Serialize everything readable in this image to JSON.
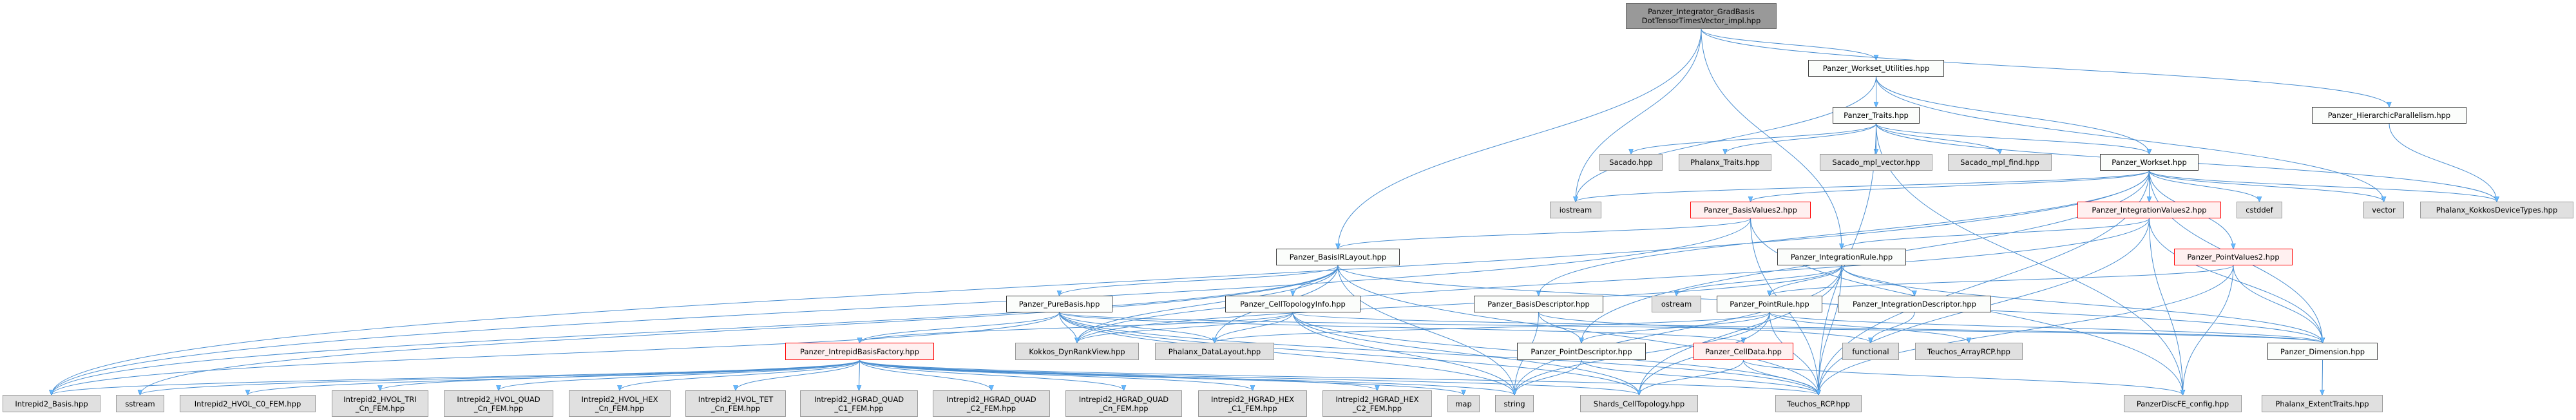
{
  "graph": {
    "colors": {
      "edge": "#4a8ed0",
      "arrow": "#63b8ff",
      "red_border": "#ff0000",
      "root_fill": "#999999",
      "external_fill": "#e0e0e0"
    },
    "nodes": {
      "root": {
        "label": "Panzer_Integrator_GradBasis\nDotTensorTimesVector_impl.hpp",
        "kind": "root"
      },
      "workset_utilities": {
        "label": "Panzer_Workset_Utilities.hpp",
        "kind": "local"
      },
      "traits": {
        "label": "Panzer_Traits.hpp",
        "kind": "local"
      },
      "hierarchic": {
        "label": "Panzer_HierarchicParallelism.hpp",
        "kind": "local"
      },
      "sacado": {
        "label": "Sacado.hpp",
        "kind": "external"
      },
      "phalanx_traits": {
        "label": "Phalanx_Traits.hpp",
        "kind": "external"
      },
      "sacado_mpl_vector": {
        "label": "Sacado_mpl_vector.hpp",
        "kind": "external"
      },
      "sacado_mpl_find": {
        "label": "Sacado_mpl_find.hpp",
        "kind": "external"
      },
      "workset": {
        "label": "Panzer_Workset.hpp",
        "kind": "local"
      },
      "iostream": {
        "label": "iostream",
        "kind": "external"
      },
      "basis_values2": {
        "label": "Panzer_BasisValues2.hpp",
        "kind": "red"
      },
      "integration_values2": {
        "label": "Panzer_IntegrationValues2.hpp",
        "kind": "red"
      },
      "cstddef": {
        "label": "cstddef",
        "kind": "external"
      },
      "vector": {
        "label": "vector",
        "kind": "external"
      },
      "kokkos_device_types": {
        "label": "Phalanx_KokkosDeviceTypes.hpp",
        "kind": "external"
      },
      "basis_ir_layout": {
        "label": "Panzer_BasisIRLayout.hpp",
        "kind": "local"
      },
      "integration_rule": {
        "label": "Panzer_IntegrationRule.hpp",
        "kind": "local"
      },
      "point_values2": {
        "label": "Panzer_PointValues2.hpp",
        "kind": "red"
      },
      "pure_basis": {
        "label": "Panzer_PureBasis.hpp",
        "kind": "local"
      },
      "cell_topology_info": {
        "label": "Panzer_CellTopologyInfo.hpp",
        "kind": "local"
      },
      "basis_descriptor": {
        "label": "Panzer_BasisDescriptor.hpp",
        "kind": "local"
      },
      "ostream": {
        "label": "ostream",
        "kind": "external"
      },
      "point_rule": {
        "label": "Panzer_PointRule.hpp",
        "kind": "local"
      },
      "integration_descriptor": {
        "label": "Panzer_IntegrationDescriptor.hpp",
        "kind": "local"
      },
      "intrepid_basis_factory": {
        "label": "Panzer_IntrepidBasisFactory.hpp",
        "kind": "red"
      },
      "kokkos_dynrankview": {
        "label": "Kokkos_DynRankView.hpp",
        "kind": "external"
      },
      "phalanx_datalayout": {
        "label": "Phalanx_DataLayout.hpp",
        "kind": "external"
      },
      "point_descriptor": {
        "label": "Panzer_PointDescriptor.hpp",
        "kind": "local"
      },
      "cell_data": {
        "label": "Panzer_CellData.hpp",
        "kind": "red"
      },
      "functional": {
        "label": "functional",
        "kind": "external"
      },
      "teuchos_arrayrcp": {
        "label": "Teuchos_ArrayRCP.hpp",
        "kind": "external"
      },
      "dimension": {
        "label": "Panzer_Dimension.hpp",
        "kind": "local"
      },
      "intrepid2_basis": {
        "label": "Intrepid2_Basis.hpp",
        "kind": "external"
      },
      "sstream": {
        "label": "sstream",
        "kind": "external"
      },
      "hvol_c0": {
        "label": "Intrepid2_HVOL_C0_FEM.hpp",
        "kind": "external"
      },
      "hvol_tri": {
        "label": "Intrepid2_HVOL_TRI\n_Cn_FEM.hpp",
        "kind": "external"
      },
      "hvol_quad": {
        "label": "Intrepid2_HVOL_QUAD\n_Cn_FEM.hpp",
        "kind": "external"
      },
      "hvol_hex": {
        "label": "Intrepid2_HVOL_HEX\n_Cn_FEM.hpp",
        "kind": "external"
      },
      "hvol_tet": {
        "label": "Intrepid2_HVOL_TET\n_Cn_FEM.hpp",
        "kind": "external"
      },
      "hgrad_quad_c1": {
        "label": "Intrepid2_HGRAD_QUAD\n_C1_FEM.hpp",
        "kind": "external"
      },
      "hgrad_quad_c2": {
        "label": "Intrepid2_HGRAD_QUAD\n_C2_FEM.hpp",
        "kind": "external"
      },
      "hgrad_quad_cn": {
        "label": "Intrepid2_HGRAD_QUAD\n_Cn_FEM.hpp",
        "kind": "external"
      },
      "hgrad_hex_c1": {
        "label": "Intrepid2_HGRAD_HEX\n_C1_FEM.hpp",
        "kind": "external"
      },
      "hgrad_hex_c2": {
        "label": "Intrepid2_HGRAD_HEX\n_C2_FEM.hpp",
        "kind": "external"
      },
      "map": {
        "label": "map",
        "kind": "external"
      },
      "string": {
        "label": "string",
        "kind": "external"
      },
      "shards": {
        "label": "Shards_CellTopology.hpp",
        "kind": "external"
      },
      "teuchos_rcp": {
        "label": "Teuchos_RCP.hpp",
        "kind": "external"
      },
      "panzer_discfe_config": {
        "label": "PanzerDiscFE_config.hpp",
        "kind": "external"
      },
      "extent_traits": {
        "label": "Phalanx_ExtentTraits.hpp",
        "kind": "external"
      }
    },
    "edges": [
      [
        "root",
        "workset_utilities"
      ],
      [
        "root",
        "basis_ir_layout"
      ],
      [
        "root",
        "integration_rule"
      ],
      [
        "root",
        "hierarchic"
      ],
      [
        "root",
        "iostream"
      ],
      [
        "workset_utilities",
        "traits"
      ],
      [
        "workset_utilities",
        "workset"
      ],
      [
        "workset_utilities",
        "iostream"
      ],
      [
        "workset_utilities",
        "vector"
      ],
      [
        "traits",
        "sacado"
      ],
      [
        "traits",
        "phalanx_traits"
      ],
      [
        "traits",
        "sacado_mpl_vector"
      ],
      [
        "traits",
        "sacado_mpl_find"
      ],
      [
        "traits",
        "workset"
      ],
      [
        "traits",
        "panzer_discfe_config"
      ],
      [
        "traits",
        "teuchos_rcp"
      ],
      [
        "traits",
        "kokkos_device_types"
      ],
      [
        "hierarchic",
        "kokkos_device_types"
      ],
      [
        "workset",
        "integration_values2"
      ],
      [
        "workset",
        "cstddef"
      ],
      [
        "workset",
        "vector"
      ],
      [
        "workset",
        "kokkos_device_types"
      ],
      [
        "workset",
        "point_values2"
      ],
      [
        "workset",
        "dimension"
      ],
      [
        "workset",
        "basis_values2"
      ],
      [
        "workset",
        "iostream"
      ],
      [
        "workset",
        "basis_descriptor"
      ],
      [
        "workset",
        "point_descriptor"
      ],
      [
        "workset",
        "teuchos_rcp"
      ],
      [
        "workset",
        "intrepid2_basis"
      ],
      [
        "integration_values2",
        "integration_rule"
      ],
      [
        "integration_values2",
        "dimension"
      ],
      [
        "integration_values2",
        "panzer_discfe_config"
      ],
      [
        "integration_values2",
        "teuchos_rcp"
      ],
      [
        "integration_values2",
        "kokkos_dynrankview"
      ],
      [
        "point_values2",
        "point_rule"
      ],
      [
        "point_values2",
        "dimension"
      ],
      [
        "point_values2",
        "panzer_discfe_config"
      ],
      [
        "point_values2",
        "teuchos_rcp"
      ],
      [
        "basis_values2",
        "basis_ir_layout"
      ],
      [
        "basis_values2",
        "intrepid2_basis"
      ],
      [
        "basis_values2",
        "teuchos_rcp"
      ],
      [
        "basis_values2",
        "panzer_discfe_config"
      ],
      [
        "basis_ir_layout",
        "pure_basis"
      ],
      [
        "basis_ir_layout",
        "cell_topology_info"
      ],
      [
        "basis_ir_layout",
        "kokkos_dynrankview"
      ],
      [
        "basis_ir_layout",
        "phalanx_datalayout"
      ],
      [
        "basis_ir_layout",
        "string"
      ],
      [
        "basis_ir_layout",
        "teuchos_rcp"
      ],
      [
        "basis_ir_layout",
        "intrepid2_basis"
      ],
      [
        "basis_ir_layout",
        "sstream"
      ],
      [
        "basis_ir_layout",
        "dimension"
      ],
      [
        "integration_rule",
        "point_rule"
      ],
      [
        "integration_rule",
        "integration_descriptor"
      ],
      [
        "integration_rule",
        "ostream"
      ],
      [
        "integration_rule",
        "teuchos_rcp"
      ],
      [
        "integration_rule",
        "string"
      ],
      [
        "integration_rule",
        "dimension"
      ],
      [
        "integration_rule",
        "kokkos_dynrankview"
      ],
      [
        "integration_rule",
        "shards"
      ],
      [
        "pure_basis",
        "intrepid_basis_factory"
      ],
      [
        "pure_basis",
        "kokkos_dynrankview"
      ],
      [
        "pure_basis",
        "phalanx_datalayout"
      ],
      [
        "pure_basis",
        "teuchos_rcp"
      ],
      [
        "pure_basis",
        "string"
      ],
      [
        "pure_basis",
        "cell_data"
      ],
      [
        "pure_basis",
        "shards"
      ],
      [
        "pure_basis",
        "intrepid2_basis"
      ],
      [
        "pure_basis",
        "dimension"
      ],
      [
        "cell_topology_info",
        "kokkos_dynrankview"
      ],
      [
        "cell_topology_info",
        "phalanx_datalayout"
      ],
      [
        "cell_topology_info",
        "teuchos_rcp"
      ],
      [
        "cell_topology_info",
        "string"
      ],
      [
        "cell_topology_info",
        "shards"
      ],
      [
        "cell_topology_info",
        "dimension"
      ],
      [
        "cell_topology_info",
        "intrepid_basis_factory"
      ],
      [
        "basis_descriptor",
        "point_descriptor"
      ],
      [
        "basis_descriptor",
        "string"
      ],
      [
        "basis_descriptor",
        "functional"
      ],
      [
        "point_rule",
        "point_descriptor"
      ],
      [
        "point_rule",
        "teuchos_arrayrcp"
      ],
      [
        "point_rule",
        "phalanx_datalayout"
      ],
      [
        "point_rule",
        "shards"
      ],
      [
        "point_rule",
        "teuchos_rcp"
      ],
      [
        "point_rule",
        "string"
      ],
      [
        "point_rule",
        "dimension"
      ],
      [
        "integration_descriptor",
        "functional"
      ],
      [
        "point_descriptor",
        "string"
      ],
      [
        "point_descriptor",
        "teuchos_rcp"
      ],
      [
        "cell_data",
        "shards"
      ],
      [
        "cell_data",
        "teuchos_rcp"
      ],
      [
        "cell_data",
        "panzer_discfe_config"
      ],
      [
        "dimension",
        "extent_traits"
      ],
      [
        "intrepid_basis_factory",
        "intrepid2_basis"
      ],
      [
        "intrepid_basis_factory",
        "sstream"
      ],
      [
        "intrepid_basis_factory",
        "hvol_c0"
      ],
      [
        "intrepid_basis_factory",
        "hvol_tri"
      ],
      [
        "intrepid_basis_factory",
        "hvol_quad"
      ],
      [
        "intrepid_basis_factory",
        "hvol_hex"
      ],
      [
        "intrepid_basis_factory",
        "hvol_tet"
      ],
      [
        "intrepid_basis_factory",
        "hgrad_quad_c1"
      ],
      [
        "intrepid_basis_factory",
        "hgrad_quad_c2"
      ],
      [
        "intrepid_basis_factory",
        "hgrad_quad_cn"
      ],
      [
        "intrepid_basis_factory",
        "hgrad_hex_c1"
      ],
      [
        "intrepid_basis_factory",
        "hgrad_hex_c2"
      ],
      [
        "intrepid_basis_factory",
        "map"
      ],
      [
        "intrepid_basis_factory",
        "string"
      ],
      [
        "intrepid_basis_factory",
        "teuchos_rcp"
      ],
      [
        "intrepid_basis_factory",
        "shards"
      ]
    ]
  }
}
